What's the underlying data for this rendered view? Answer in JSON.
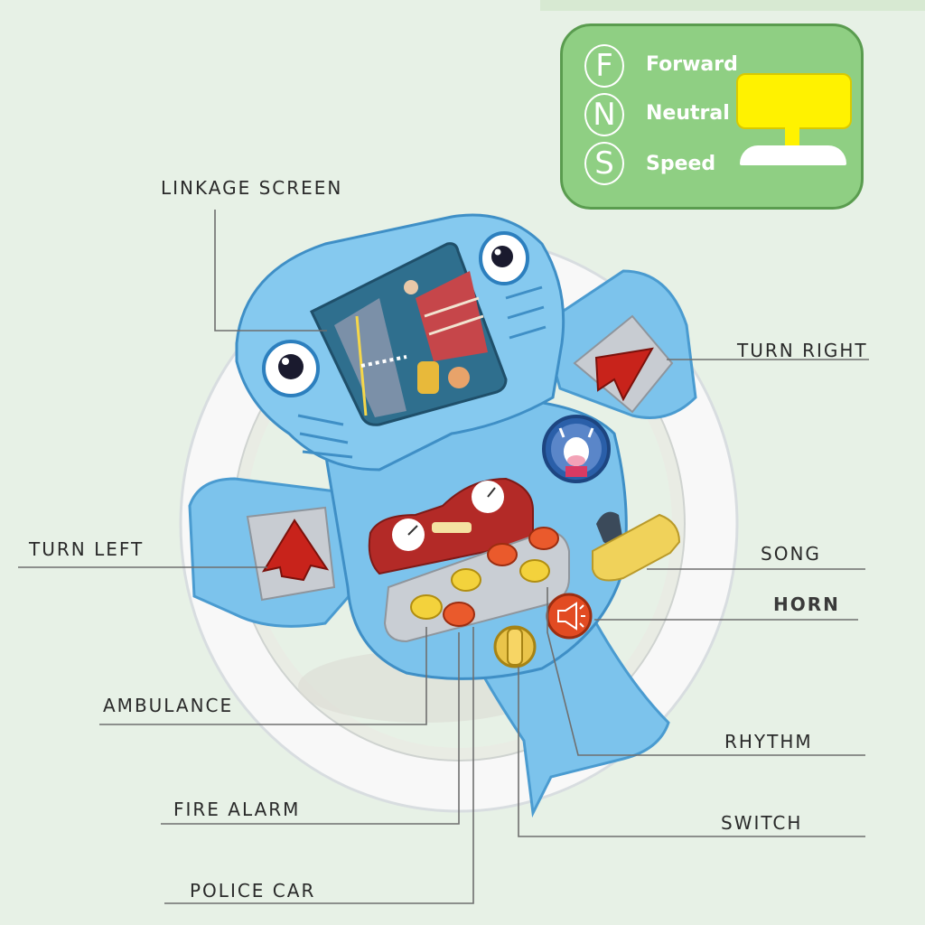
{
  "legend": {
    "rows": [
      {
        "letter": "F",
        "word": "Forward"
      },
      {
        "letter": "N",
        "word": "Neutral"
      },
      {
        "letter": "S",
        "word": "Speed"
      }
    ]
  },
  "callouts": {
    "linkage_screen": "LINKAGE SCREEN",
    "turn_right": "TURN RIGHT",
    "turn_left": "TURN LEFT",
    "song": "SONG",
    "horn": "HORN",
    "ambulance": "AMBULANCE",
    "rhythm": "RHYTHM",
    "fire_alarm": "FIRE ALARM",
    "switch": "SWITCH",
    "police_car": "POLICE CAR"
  },
  "colors": {
    "background": "#e7f1e6",
    "legend_green": "#8fcf83",
    "wheel_blue": "#7cc3ec",
    "wheel_white": "#f7f7f7",
    "arrow_red": "#c8231b",
    "button_yellow": "#f3d23c",
    "button_orange": "#ea5a2c"
  },
  "icons": [
    "turn-right-arrow-icon",
    "turn-left-arrow-icon",
    "horn-icon",
    "cow-badge-icon",
    "screen-icon"
  ]
}
